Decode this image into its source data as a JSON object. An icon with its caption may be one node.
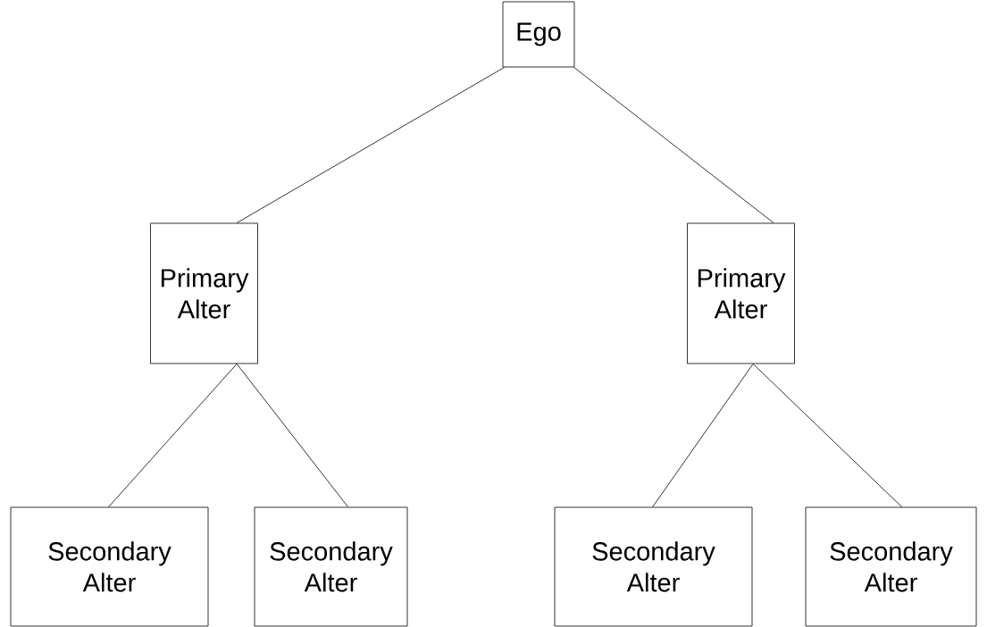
{
  "diagram": {
    "nodes": [
      {
        "text": [
          "Ego"
        ]
      },
      {
        "text": [
          "Primary Alter"
        ]
      },
      {
        "text": [
          "Primary Alter"
        ]
      },
      {
        "text": [
          "Secondary Alter"
        ]
      },
      {
        "text": [
          "Secondary Alter"
        ]
      },
      {
        "text": [
          "Secondary Alter"
        ]
      },
      {
        "text": [
          "Secondary Alter"
        ]
      }
    ],
    "edges": [
      {
        "from": 0,
        "to": 1,
        "arrow": "none"
      },
      {
        "from": 0,
        "to": 2,
        "arrow": "none"
      },
      {
        "from": 1,
        "to": 3,
        "arrow": "none"
      },
      {
        "from": 1,
        "to": 4,
        "arrow": "none"
      },
      {
        "from": 2,
        "to": 5,
        "arrow": "none"
      },
      {
        "from": 2,
        "to": 6,
        "arrow": "none"
      }
    ]
  }
}
